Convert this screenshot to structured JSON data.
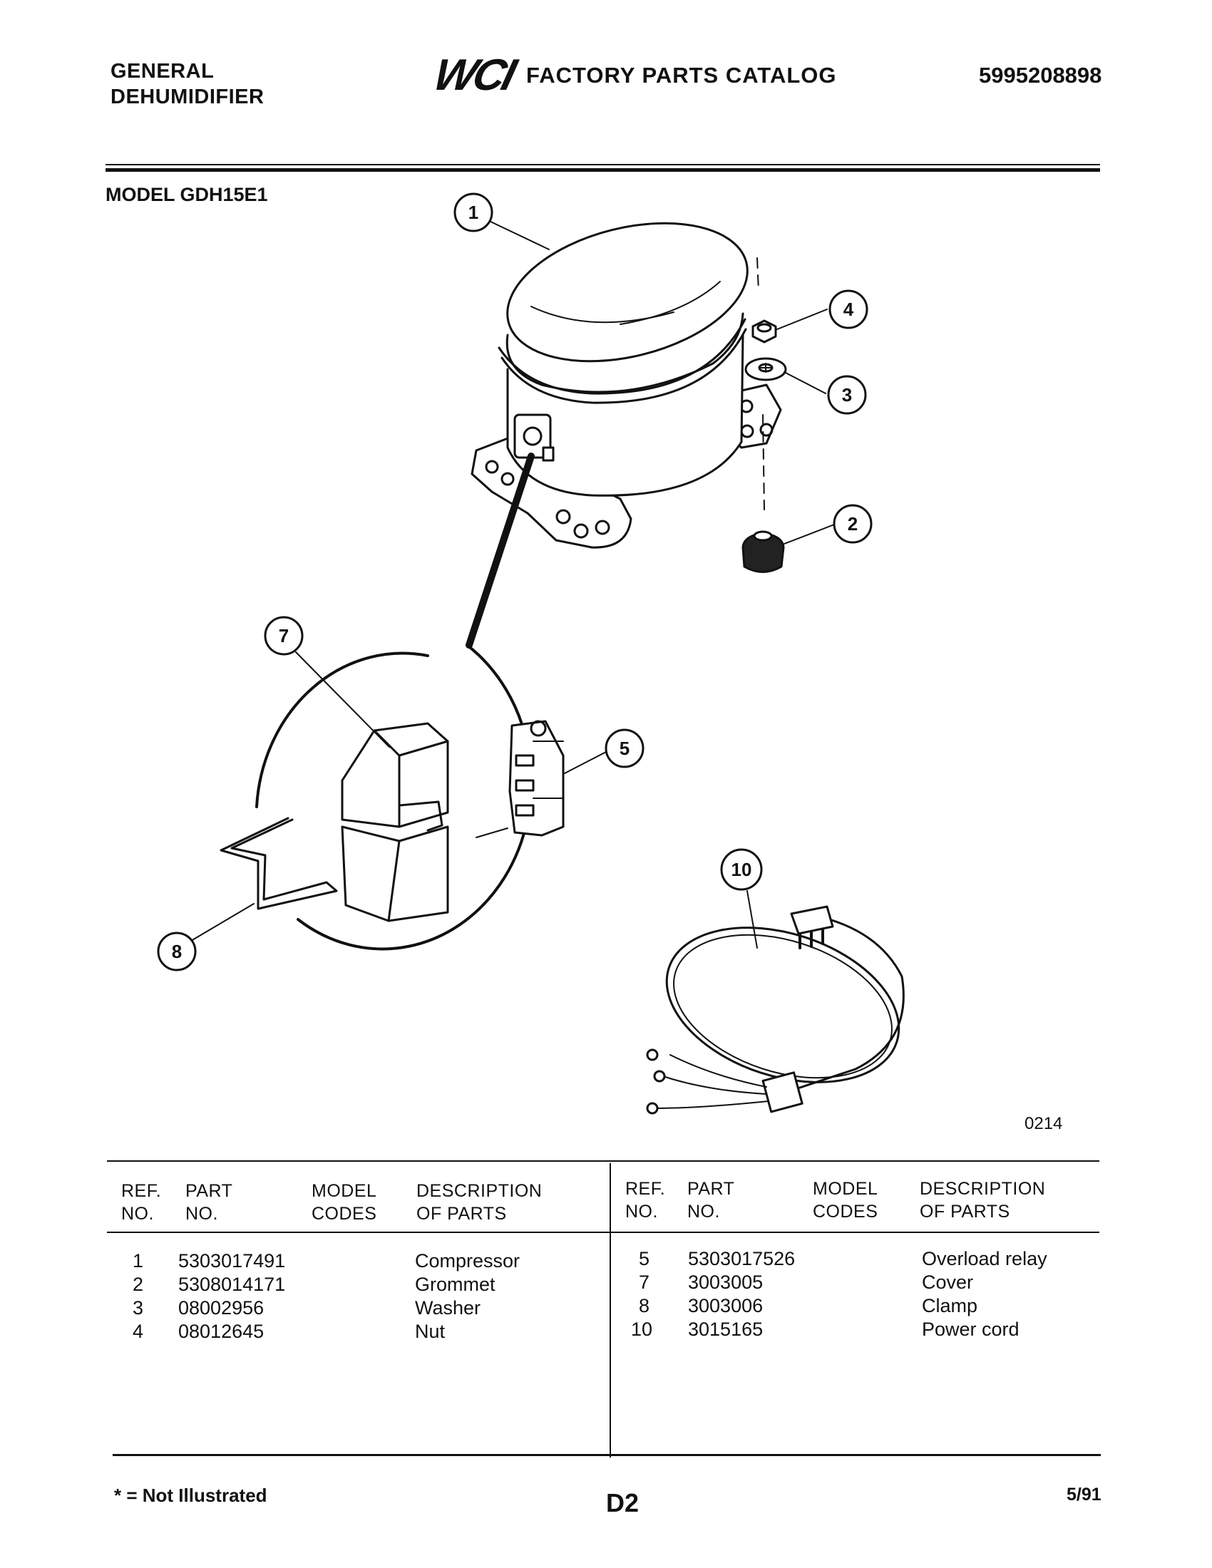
{
  "header": {
    "brand_line1": "GENERAL",
    "brand_line2": "DEHUMIDIFIER",
    "logo_text": "WCI",
    "catalog_title": "FACTORY PARTS CATALOG",
    "catalog_number": "5995208898"
  },
  "model": "MODEL GDH15E1",
  "diagram": {
    "drawing_number": "0214",
    "callouts": [
      "1",
      "2",
      "3",
      "4",
      "5",
      "7",
      "8",
      "10"
    ]
  },
  "table": {
    "headers": {
      "ref_line1": "REF.",
      "ref_line2": "NO.",
      "part_line1": "PART",
      "part_line2": "NO.",
      "model_line1": "MODEL",
      "model_line2": "CODES",
      "desc_line1": "DESCRIPTION",
      "desc_line2": "OF PARTS"
    },
    "left_rows": [
      {
        "ref": "1",
        "part": "5303017491",
        "desc": "Compressor"
      },
      {
        "ref": "2",
        "part": "5308014171",
        "desc": "Grommet"
      },
      {
        "ref": "3",
        "part": "08002956",
        "desc": "Washer"
      },
      {
        "ref": "4",
        "part": "08012645",
        "desc": "Nut"
      }
    ],
    "right_rows": [
      {
        "ref": "5",
        "part": "5303017526",
        "desc": "Overload relay"
      },
      {
        "ref": "7",
        "part": "3003005",
        "desc": "Cover"
      },
      {
        "ref": "8",
        "part": "3003006",
        "desc": "Clamp"
      },
      {
        "ref": "10",
        "part": "3015165",
        "desc": "Power cord"
      }
    ]
  },
  "footer": {
    "note": "* = Not Illustrated",
    "page_code": "D2",
    "date": "5/91"
  }
}
